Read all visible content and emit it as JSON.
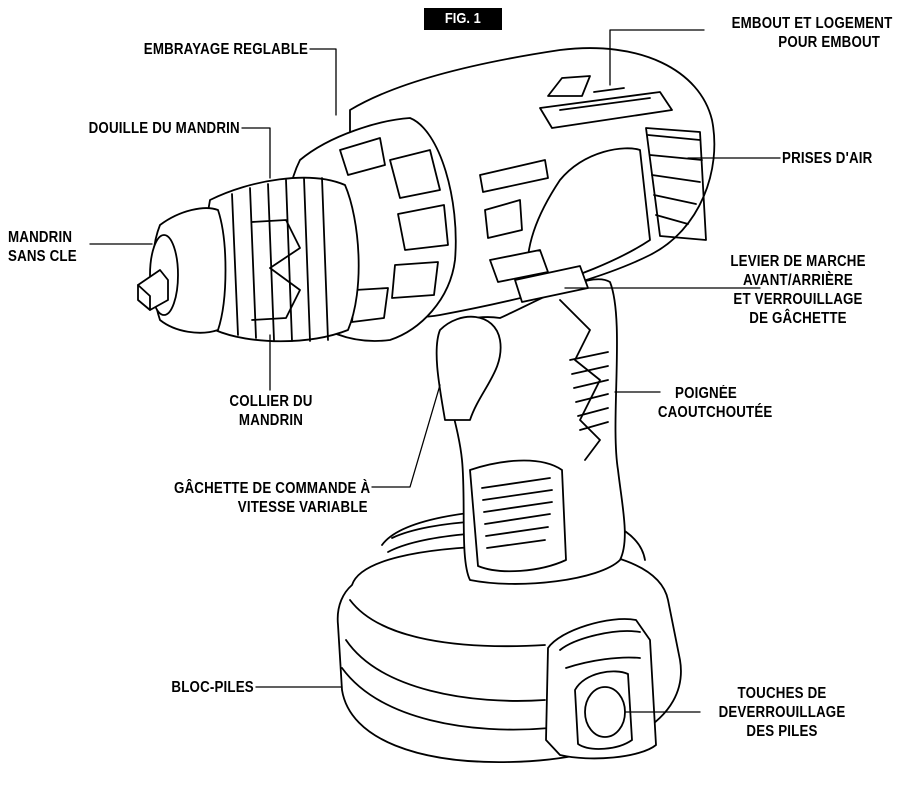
{
  "figure": {
    "title": "FIG. 1"
  },
  "labels": {
    "embrayage": [
      "EMBRAYAGE REGLABLE"
    ],
    "douille": [
      "DOUILLE DU MANDRIN"
    ],
    "mandrin_sans_cle": [
      "MANDRIN",
      "SANS CLE"
    ],
    "collier": [
      "COLLIER DU",
      "MANDRIN"
    ],
    "gachette": [
      "GÂCHETTE DE COMMANDE À",
      "VITESSE VARIABLE"
    ],
    "bloc_piles": [
      "BLOC-PILES"
    ],
    "embout": [
      "EMBOUT ET LOGEMENT",
      "POUR EMBOUT"
    ],
    "prises_air": [
      "PRISES D'AIR"
    ],
    "levier": [
      "LEVIER DE MARCHE",
      "AVANT/ARRIÈRE",
      "ET VERROUILLAGE",
      "DE GÂCHETTE"
    ],
    "poignee": [
      "POIGNÉE",
      "CAOUTCHOUTÉE"
    ],
    "touches": [
      "TOUCHES DE",
      "DEVERROUILLAGE",
      "DES PILES"
    ]
  }
}
